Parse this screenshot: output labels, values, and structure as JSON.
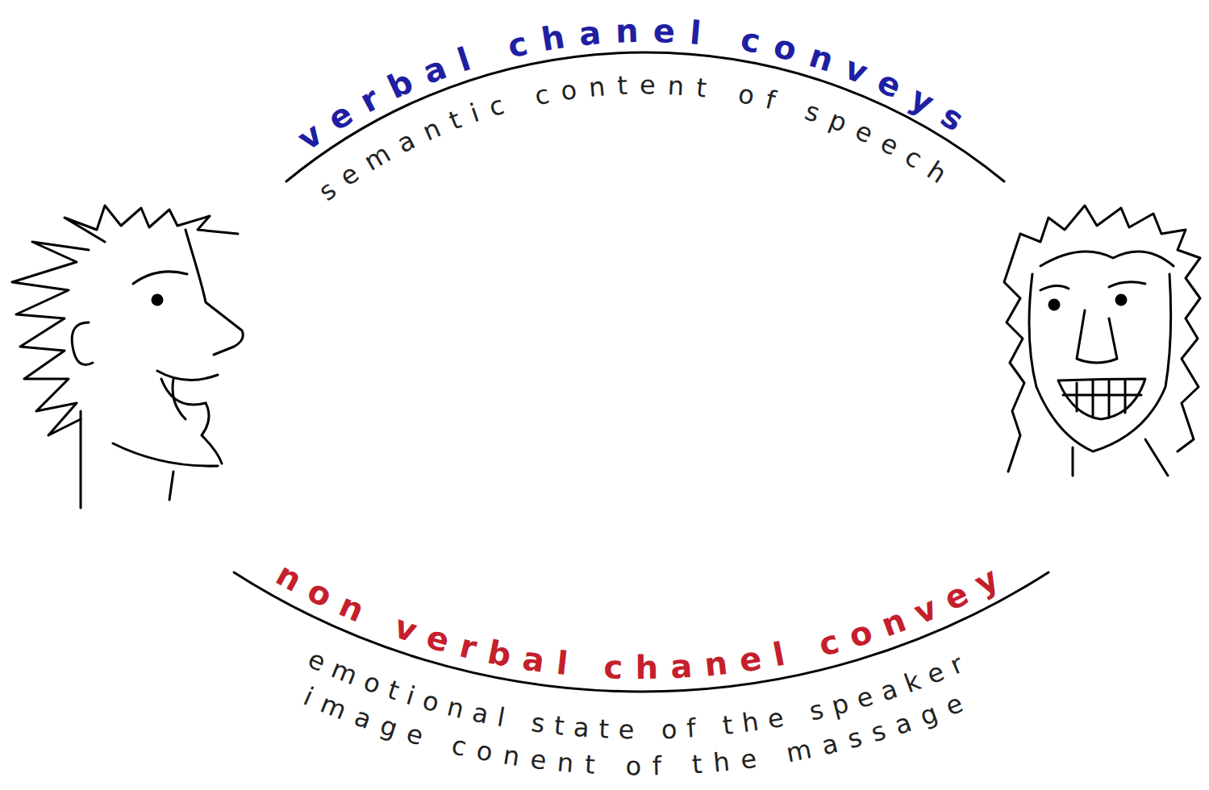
{
  "diagram": {
    "labels": [
      "verbal chanel conveys",
      "semantic content of speech",
      "non verbal chanel convey",
      "emotional state of the speaker",
      "image conent of the massage"
    ]
  }
}
